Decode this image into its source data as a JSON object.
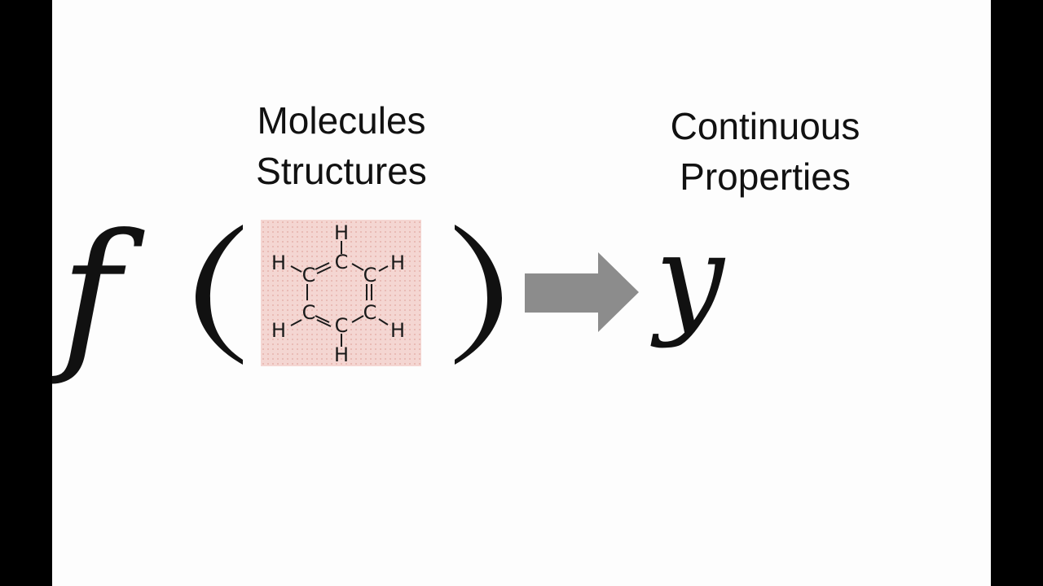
{
  "captions": {
    "left": [
      "Molecules",
      "Structures"
    ],
    "right": [
      "Continuous",
      "Properties"
    ]
  },
  "expression": {
    "function": "f",
    "output": "y"
  },
  "molecule": {
    "atoms": {
      "h_top": "H",
      "c_top": "C",
      "h_left_top": "H",
      "c_left_top": "C",
      "c_right_top": "C",
      "h_right_top": "H",
      "c_left_bottom": "C",
      "c_right_bottom": "C",
      "h_left_bottom": "H",
      "c_bottom": "C",
      "h_right_bottom": "H",
      "h_bottom": "H"
    }
  },
  "colors": {
    "slide_background": "#fdfdfd",
    "frame_bars": "#000000",
    "text": "#111111",
    "molecule_background": "#f4d6d2",
    "arrow": "#8c8c8c"
  },
  "icons": {
    "arrow": "right-arrow-icon",
    "molecule": "benzene-structure-icon"
  }
}
